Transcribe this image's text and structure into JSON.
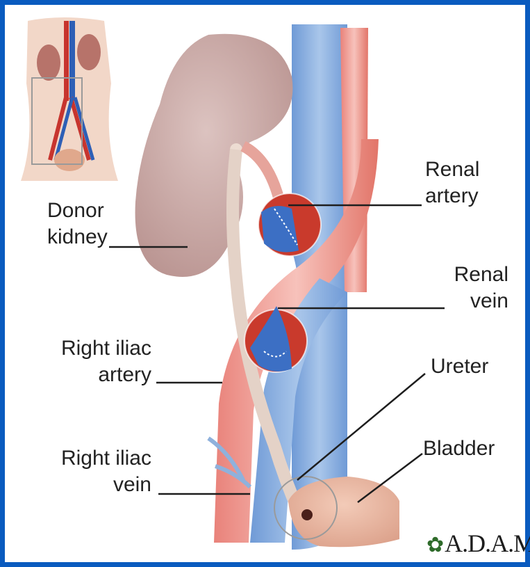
{
  "labels": {
    "donor_kidney": [
      "Donor",
      "kidney"
    ],
    "renal_artery": [
      "Renal",
      "artery"
    ],
    "renal_vein": [
      "Renal",
      "vein"
    ],
    "right_iliac_artery": [
      "Right iliac",
      "artery"
    ],
    "right_iliac_vein": [
      "Right iliac",
      "vein"
    ],
    "ureter": "Ureter",
    "bladder": "Bladder"
  },
  "logo": "A.D.A.M.",
  "colors": {
    "frame": "#0a5bbf",
    "artery": "#d9534a",
    "vein": "#5b8fd0",
    "kidney": "#c9a9a6",
    "label_text": "#222222"
  }
}
